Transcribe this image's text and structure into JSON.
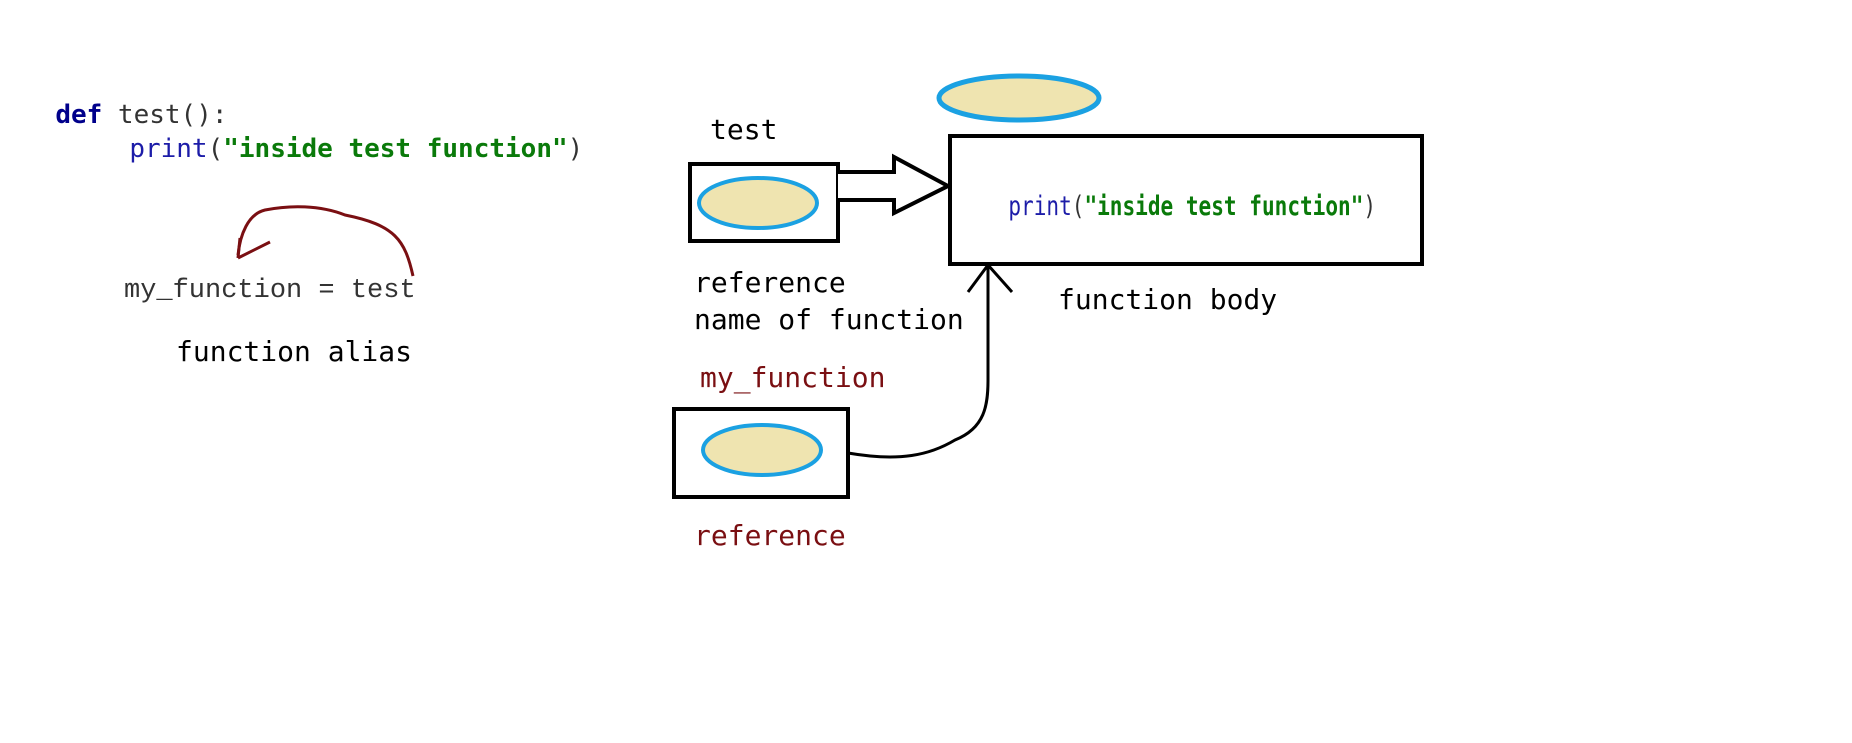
{
  "code": {
    "line1": {
      "keyword": "def",
      "rest": " test():"
    },
    "line2": {
      "builtin": "print",
      "open": "(",
      "string": "\"inside test function\"",
      "close": ")"
    }
  },
  "alias": {
    "statement": "my_function = test",
    "caption": "function alias"
  },
  "diagram": {
    "test_label": "test",
    "test_caption": "reference\nname of function",
    "body_code": {
      "builtin": "print",
      "open": "(",
      "string": "\"inside test function\"",
      "close": ")"
    },
    "body_caption": "function body",
    "my_function_label": "my_function",
    "my_function_caption": "reference"
  },
  "colors": {
    "ellipse_fill": "#efe4b0",
    "ellipse_stroke": "#1ba1e2",
    "curve_arrow": "#7a0f12",
    "box_stroke": "#000000"
  }
}
